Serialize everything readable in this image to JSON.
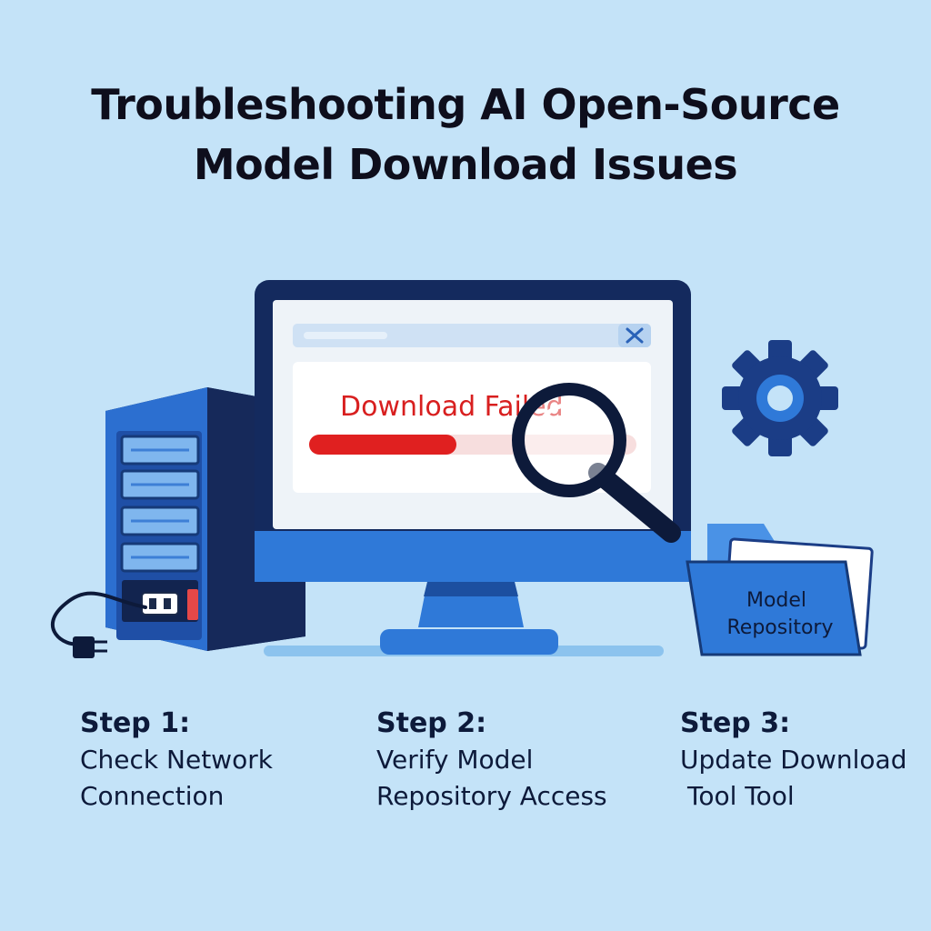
{
  "title": {
    "line1": "Troubleshooting AI Open-Source",
    "line2": "Model Download Issues"
  },
  "screen": {
    "error_text": "Download Failed",
    "progress": 0.45
  },
  "folder": {
    "line1": "Model",
    "line2": "Repository"
  },
  "steps": [
    {
      "label": "Step 1:",
      "line1": "Check Network",
      "line2": "Connection"
    },
    {
      "label": "Step 2:",
      "line1": "Verify Model",
      "line2": "Repository Access"
    },
    {
      "label": "Step 3:",
      "line1": "Update Download",
      "line2": "Tool Tool"
    }
  ],
  "icons": [
    "server-icon",
    "power-plug-icon",
    "monitor-icon",
    "close-icon",
    "magnifier-icon",
    "gear-icon",
    "folder-icon"
  ],
  "colors": {
    "background": "#c4e3f8",
    "brand_blue": "#2f79d8",
    "navy": "#142a5e",
    "error_red": "#e02020"
  }
}
